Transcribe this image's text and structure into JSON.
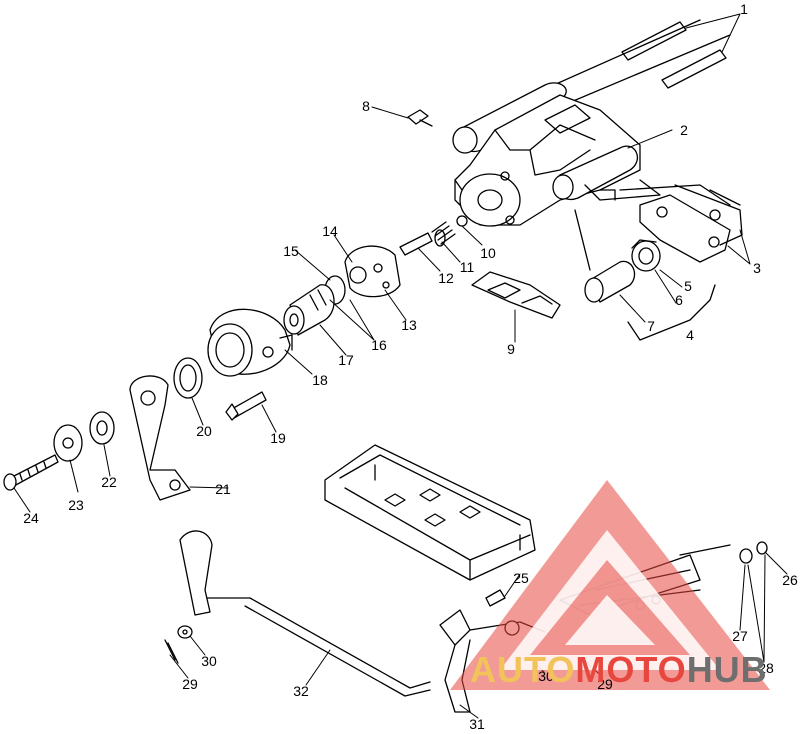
{
  "labels": [
    {
      "id": "1",
      "text": "1"
    },
    {
      "id": "2",
      "text": "2"
    },
    {
      "id": "3",
      "text": "3"
    },
    {
      "id": "4",
      "text": "4"
    },
    {
      "id": "5",
      "text": "5"
    },
    {
      "id": "6",
      "text": "6"
    },
    {
      "id": "7",
      "text": "7"
    },
    {
      "id": "8",
      "text": "8"
    },
    {
      "id": "9",
      "text": "9"
    },
    {
      "id": "10",
      "text": "10"
    },
    {
      "id": "11",
      "text": "11"
    },
    {
      "id": "12",
      "text": "12"
    },
    {
      "id": "13",
      "text": "13"
    },
    {
      "id": "14",
      "text": "14"
    },
    {
      "id": "15",
      "text": "15"
    },
    {
      "id": "16",
      "text": "16"
    },
    {
      "id": "17",
      "text": "17"
    },
    {
      "id": "18",
      "text": "18"
    },
    {
      "id": "19",
      "text": "19"
    },
    {
      "id": "20",
      "text": "20"
    },
    {
      "id": "21",
      "text": "21"
    },
    {
      "id": "22",
      "text": "22"
    },
    {
      "id": "23",
      "text": "23"
    },
    {
      "id": "24",
      "text": "24"
    },
    {
      "id": "25",
      "text": "25"
    },
    {
      "id": "26",
      "text": "26"
    },
    {
      "id": "27",
      "text": "27"
    },
    {
      "id": "28",
      "text": "28"
    },
    {
      "id": "29a",
      "text": "29"
    },
    {
      "id": "29b",
      "text": "29"
    },
    {
      "id": "30a",
      "text": "30"
    },
    {
      "id": "30b",
      "text": "30"
    },
    {
      "id": "31",
      "text": "31"
    },
    {
      "id": "32",
      "text": "32"
    }
  ],
  "watermark": {
    "part1": "AUTO",
    "part2": "MOTO",
    "part3": "HUB",
    "colors": {
      "auto": "#f2c35a",
      "moto": "#e8473f",
      "hub": "#6e6e6e",
      "triangle": "#e8473f"
    }
  }
}
